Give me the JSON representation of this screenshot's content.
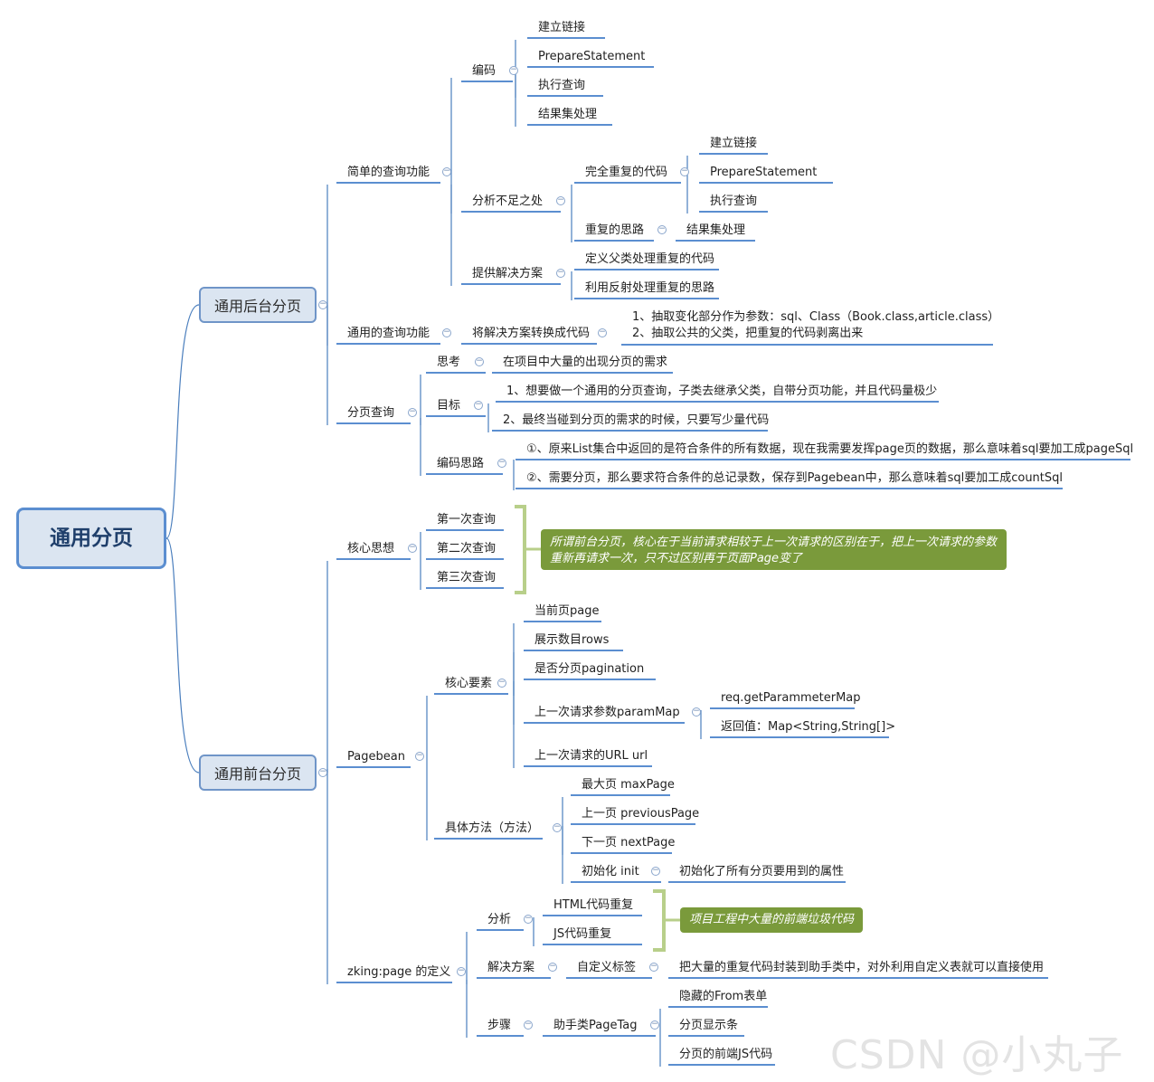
{
  "root": "通用分页",
  "backend": {
    "title": "通用后台分页",
    "simple_query": {
      "title": "简单的查询功能",
      "coding": {
        "title": "编码",
        "items": [
          "建立链接",
          "PrepareStatement",
          "执行查询",
          "结果集处理"
        ]
      },
      "analysis": {
        "title": "分析不足之处",
        "duplicate_code": {
          "title": "完全重复的代码",
          "items": [
            "建立链接",
            "PrepareStatement",
            "执行查询"
          ]
        },
        "duplicate_idea": {
          "title": "重复的思路",
          "item": "结果集处理"
        }
      },
      "solution": {
        "title": "提供解决方案",
        "items": [
          "定义父类处理重复的代码",
          "利用反射处理重复的思路"
        ]
      }
    },
    "generic_query": {
      "title": "通用的查询功能",
      "convert": {
        "title": "将解决方案转换成代码",
        "line1": "1、抽取变化部分作为参数：sql、Class（Book.class,article.class）",
        "line2": "2、抽取公共的父类，把重复的代码剥离出来"
      }
    },
    "paging_query": {
      "title": "分页查询",
      "think": {
        "title": "思考",
        "item": "在项目中大量的出现分页的需求"
      },
      "goal": {
        "title": "目标",
        "items": [
          "1、想要做一个通用的分页查询，子类去继承父类，自带分页功能，并且代码量极少",
          "2、最终当碰到分页的需求的时候，只要写少量代码"
        ]
      },
      "approach": {
        "title": "编码思路",
        "items": [
          "①、原来List集合中返回的是符合条件的所有数据，现在我需要发挥page页的数据，那么意味着sql要加工成pageSql",
          "②、需要分页，那么要求符合条件的总记录数，保存到Pagebean中，那么意味着sql要加工成countSql"
        ]
      }
    }
  },
  "frontend": {
    "title": "通用前台分页",
    "core_idea": {
      "title": "核心思想",
      "items": [
        "第一次查询",
        "第二次查询",
        "第三次查询"
      ],
      "callout": "所谓前台分页，核心在于当前请求相较于上一次请求的区别在于，把上一次请求的参数重新再请求一次，只不过区别再于页面Page变了"
    },
    "pagebean": {
      "title": "Pagebean",
      "core_elements": {
        "title": "核心要素",
        "items": [
          "当前页page",
          "展示数目rows",
          "是否分页pagination"
        ],
        "param_map": {
          "title": "上一次请求参数paramMap",
          "items": [
            "req.getParammeterMap",
            "返回值：Map<String,String[]>"
          ]
        },
        "url": "上一次请求的URL url"
      },
      "methods": {
        "title": "具体方法（方法）",
        "items": [
          "最大页 maxPage",
          "上一页 previousPage",
          "下一页 nextPage"
        ],
        "init": {
          "title": "初始化 init",
          "item": "初始化了所有分页要用到的属性"
        }
      }
    },
    "zking": {
      "title": "zking:page 的定义",
      "analysis": {
        "title": "分析",
        "items": [
          "HTML代码重复",
          "JS代码重复"
        ],
        "callout": "项目工程中大量的前端垃圾代码"
      },
      "solution": {
        "title": "解决方案",
        "tag": "自定义标签",
        "item": "把大量的重复代码封装到助手类中，对外利用自定义表就可以直接使用"
      },
      "steps": {
        "title": "步骤",
        "helper": "助手类PageTag",
        "items": [
          "隐藏的From表单",
          "分页显示条",
          "分页的前端JS代码"
        ]
      }
    }
  },
  "watermark": "CSDN @小丸子",
  "colors": {
    "line": "#5b8ed0",
    "branch": "#4a7ebd",
    "callout": "#7a9a3b",
    "brace": "#b8cf8a"
  }
}
